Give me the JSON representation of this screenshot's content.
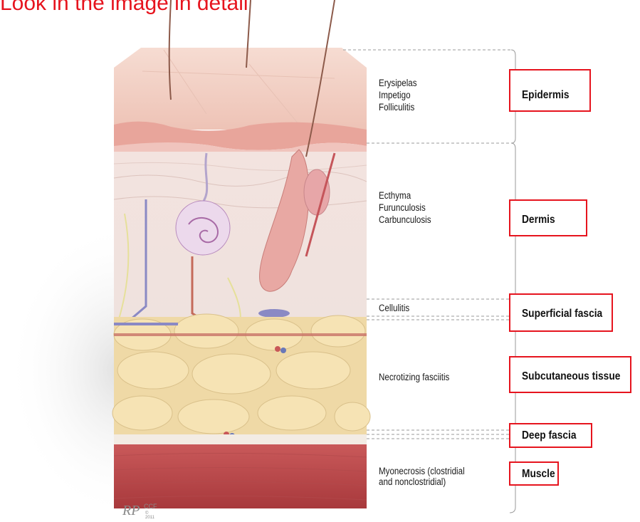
{
  "slide_title": "Look in the image in detail",
  "conditions": {
    "epidermis": [
      "Erysipelas",
      "Impetigo",
      "Folliculitis"
    ],
    "dermis": [
      "Ecthyma",
      "Furunculosis",
      "Carbunculosis"
    ],
    "superficial_fascia": [
      "Cellulitis"
    ],
    "subcutaneous": [
      "Necrotizing fasciitis"
    ],
    "muscle": [
      "Myonecrosis (clostridial",
      "and nonclostridial)"
    ]
  },
  "layers": {
    "epidermis": "Epidermis",
    "dermis": "Dermis",
    "superficial_fascia": "Superficial fascia",
    "subcutaneous": "Subcutaneous tissue",
    "deep_fascia": "Deep fascia",
    "muscle": "Muscle"
  },
  "credit": {
    "signature": "RP",
    "org": "CCF",
    "year": "© 2011"
  },
  "colors": {
    "highlight_box": "#e6141e",
    "title": "#e6141e"
  }
}
